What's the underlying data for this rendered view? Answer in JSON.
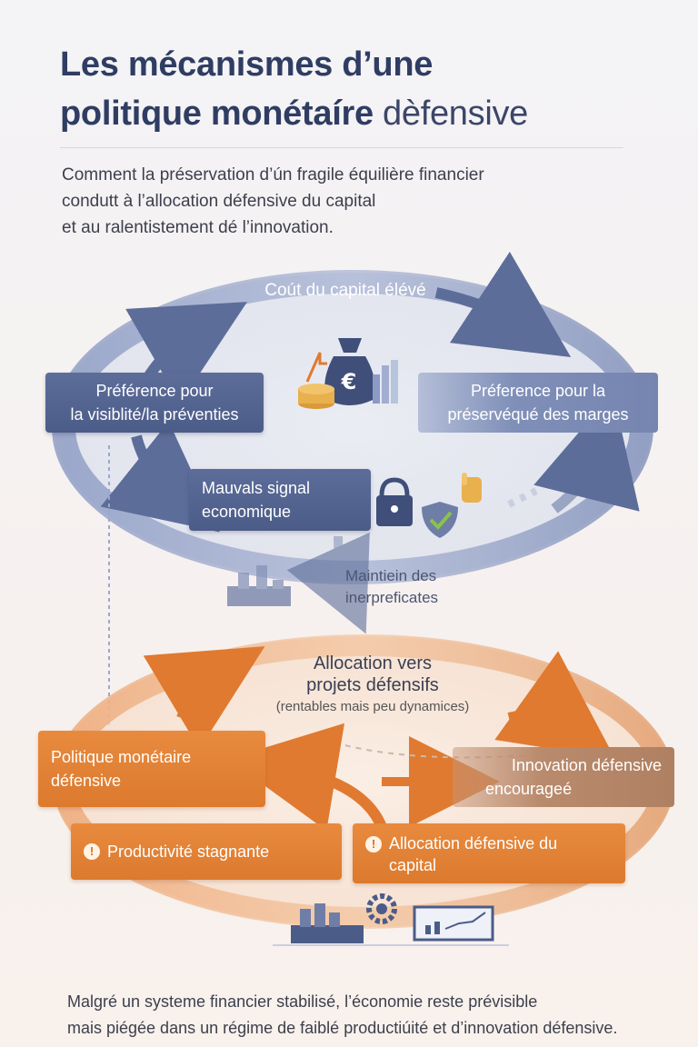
{
  "header": {
    "title_line1": "Les mécanismes d’une",
    "title_line2_bold": "politique monétaíre",
    "title_line2_light": "dèfensive",
    "subtitle_line1": "Comment la préservation d’ún fragile équilière financier",
    "subtitle_line2": "condutt à l’allocation défensive du capital",
    "subtitle_line3": "et au ralentistement dé l’innovation."
  },
  "top_cycle": {
    "top_label": "Coút du capital élévé",
    "left_box_line1": "Préférence pour",
    "left_box_line2": "la visiblité/la préventies",
    "right_box_line1": "Préference pour la",
    "right_box_line2": "préservéqué des marges",
    "center_box_line1": "Mauvals signal",
    "center_box_line2": "economique",
    "bottom_label_line1": "Maintiein des",
    "bottom_label_line2": "inerpreficates",
    "icons": [
      "money-bag-icon",
      "coins-icon",
      "bar-chart-icon",
      "padlock-icon",
      "shield-check-icon",
      "hand-icon",
      "factory-icon"
    ]
  },
  "bottom_cycle": {
    "top_label_line1": "Allocation vers",
    "top_label_line2": "projets défensifs",
    "top_label_note": "(rentables mais peu dynamices)",
    "left_box_line1": "Politique monétaire",
    "left_box_line2": "défensive",
    "right_box_line1": "Innovation défensive",
    "right_box_line2": "encourageé",
    "warn_box_1": "Productivité stagnante",
    "warn_box_2_line1": "Allocation défensive du",
    "warn_box_2_line2": "capital",
    "warn_glyph": "!",
    "icons": [
      "factory-icon",
      "gear-icon",
      "growth-chart-icon"
    ]
  },
  "footer": {
    "line1": "Malgré un systeme financier stabilisé, l’économie reste prévisible",
    "line2": "mais piégée dans un régime de faiblé productiúité et d’innovation défensive."
  },
  "colors": {
    "title": "#2f3d63",
    "blue": "#5d6d9a",
    "orange": "#e88a3e",
    "brown": "#b08062"
  }
}
